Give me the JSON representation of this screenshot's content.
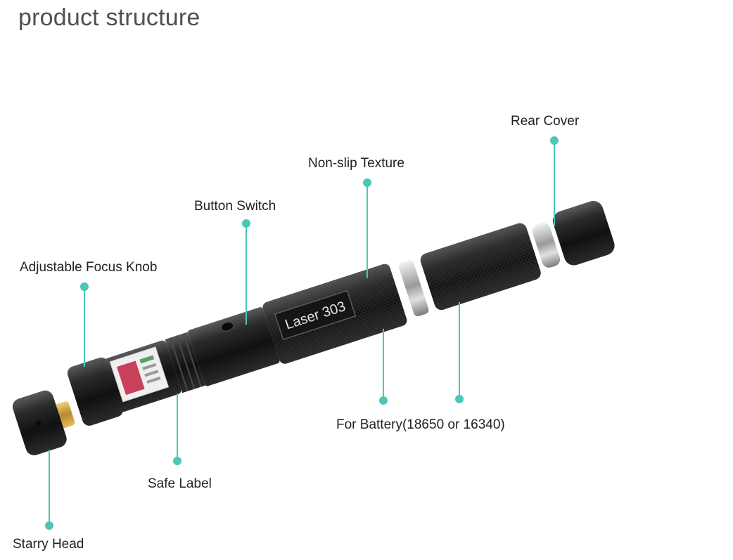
{
  "title": "product structure",
  "engraving": "Laser 303",
  "labels": {
    "rear_cover": "Rear Cover",
    "non_slip_texture": "Non-slip Texture",
    "button_switch": "Button Switch",
    "adjustable_focus_knob": "Adjustable Focus Knob",
    "for_battery": "For Battery(18650 or 16340)",
    "safe_label": "Safe Label",
    "starry_head": "Starry Head"
  },
  "colors": {
    "callout": "#4cc7b7",
    "body": "#1c1c1c",
    "metal": "#cfcfcf",
    "brass": "#c9a24a",
    "sticker_red": "#c8405a"
  }
}
